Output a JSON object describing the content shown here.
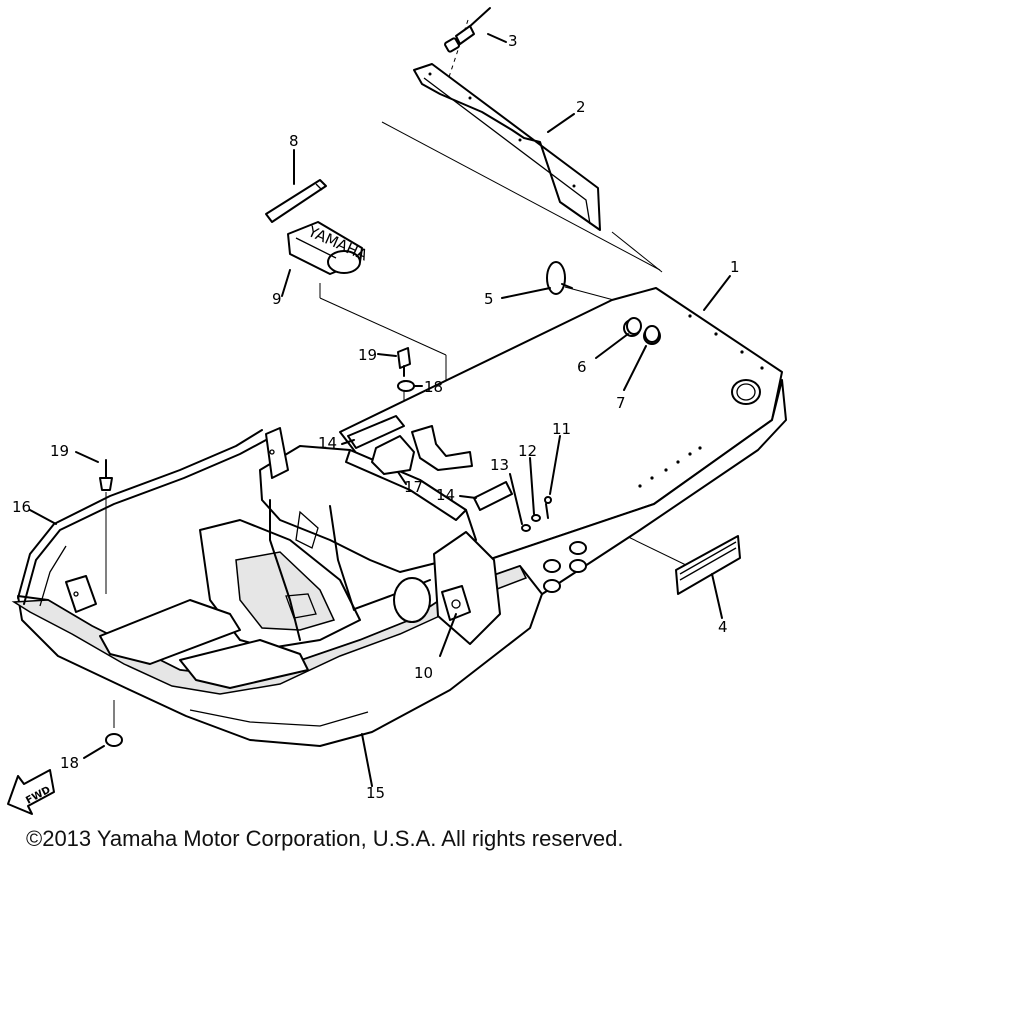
{
  "callouts": {
    "c1": "1",
    "c2": "2",
    "c3": "3",
    "c4": "4",
    "c5": "5",
    "c6": "6",
    "c7": "7",
    "c8": "8",
    "c9": "9",
    "c10": "10",
    "c11": "11",
    "c12": "12",
    "c13": "13",
    "c14a": "14",
    "c14b": "14",
    "c15": "15",
    "c16": "16",
    "c17": "17",
    "c18a": "18",
    "c18b": "18",
    "c19a": "19",
    "c19b": "19"
  },
  "fwd_label": "FWD",
  "battery_text": "YAMAHA",
  "copyright": "©2013 Yamaha Motor Corporation, U.S.A. All rights reserved."
}
